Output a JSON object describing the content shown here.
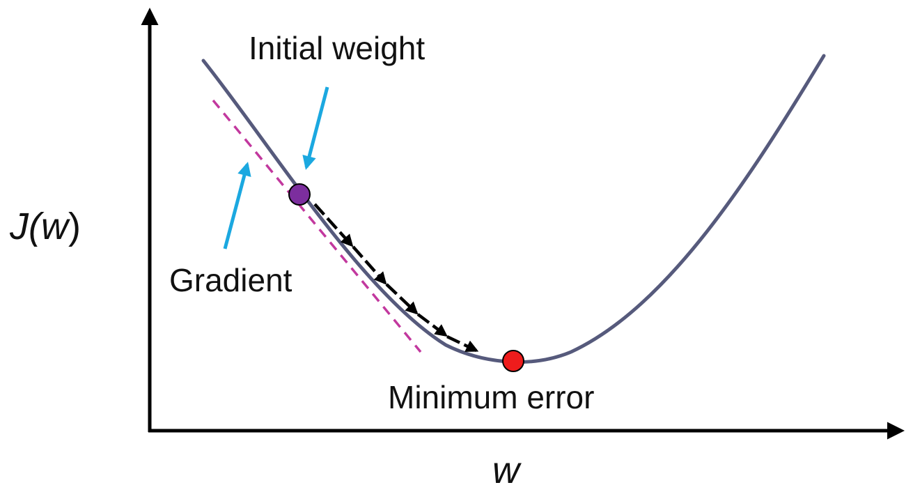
{
  "labels": {
    "initial_weight": "Initial weight",
    "gradient": "Gradient",
    "minimum_error": "Minimum error",
    "y_axis_prefix": "J(",
    "y_axis_var": "w",
    "y_axis_suffix": ")",
    "x_axis": "w"
  },
  "colors": {
    "curve": "#565a7c",
    "axis": "#000000",
    "tangent": "#c2389e",
    "pointer": "#1ba8e0",
    "step_arrow": "#000000",
    "initial_point": "#7c2e9e",
    "minimum_point": "#ee1c1c"
  },
  "icons": {
    "initial_point": "purple-circle",
    "minimum_point": "red-circle",
    "pointers": "blue-arrow",
    "steps": "black-dashed-arrow"
  }
}
